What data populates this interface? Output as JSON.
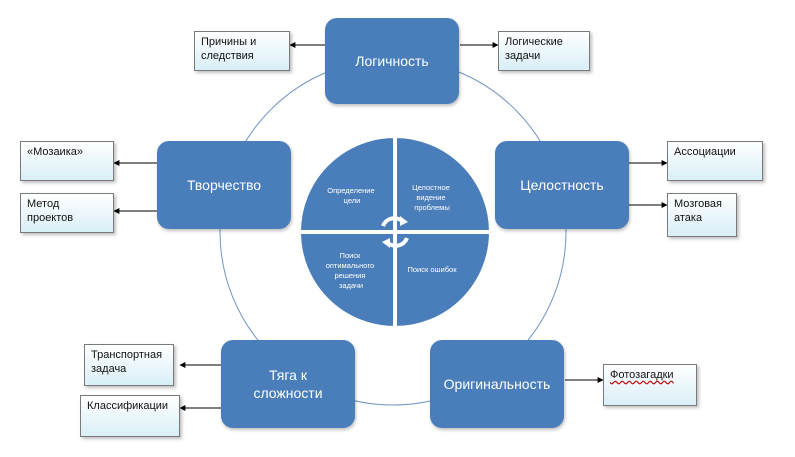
{
  "center": {
    "top_left": [
      "Определение",
      "цели"
    ],
    "top_right": [
      "Целостное",
      "видение",
      "проблемы"
    ],
    "bottom_left": [
      "Поиск",
      "оптимального",
      "решения",
      "задачи"
    ],
    "bottom_right": [
      "Поиск ошибок"
    ]
  },
  "nodes": {
    "logic": "Логичность",
    "integrity": "Целостность",
    "creativity": "Творчество",
    "originality": "Оригинальность",
    "complexity": "Тяга к сложности"
  },
  "notes": {
    "causes": "Причины и следствия",
    "logic_tasks": "Логические задачи",
    "mosaic": "«Мозаика»",
    "projects": "Метод проектов",
    "associations": "Ассоциации",
    "brainstorm": "Мозговая атака",
    "transport": "Транспортная задача",
    "classifications": "Классификации",
    "photo_puzzles": "Фотозагадки"
  },
  "colors": {
    "node_fill": "#4a7ebb",
    "quadrant_fill": "#4a7ebb",
    "ring_stroke": "#6f94c3",
    "note_gradient_bottom": "#d9eff7"
  }
}
